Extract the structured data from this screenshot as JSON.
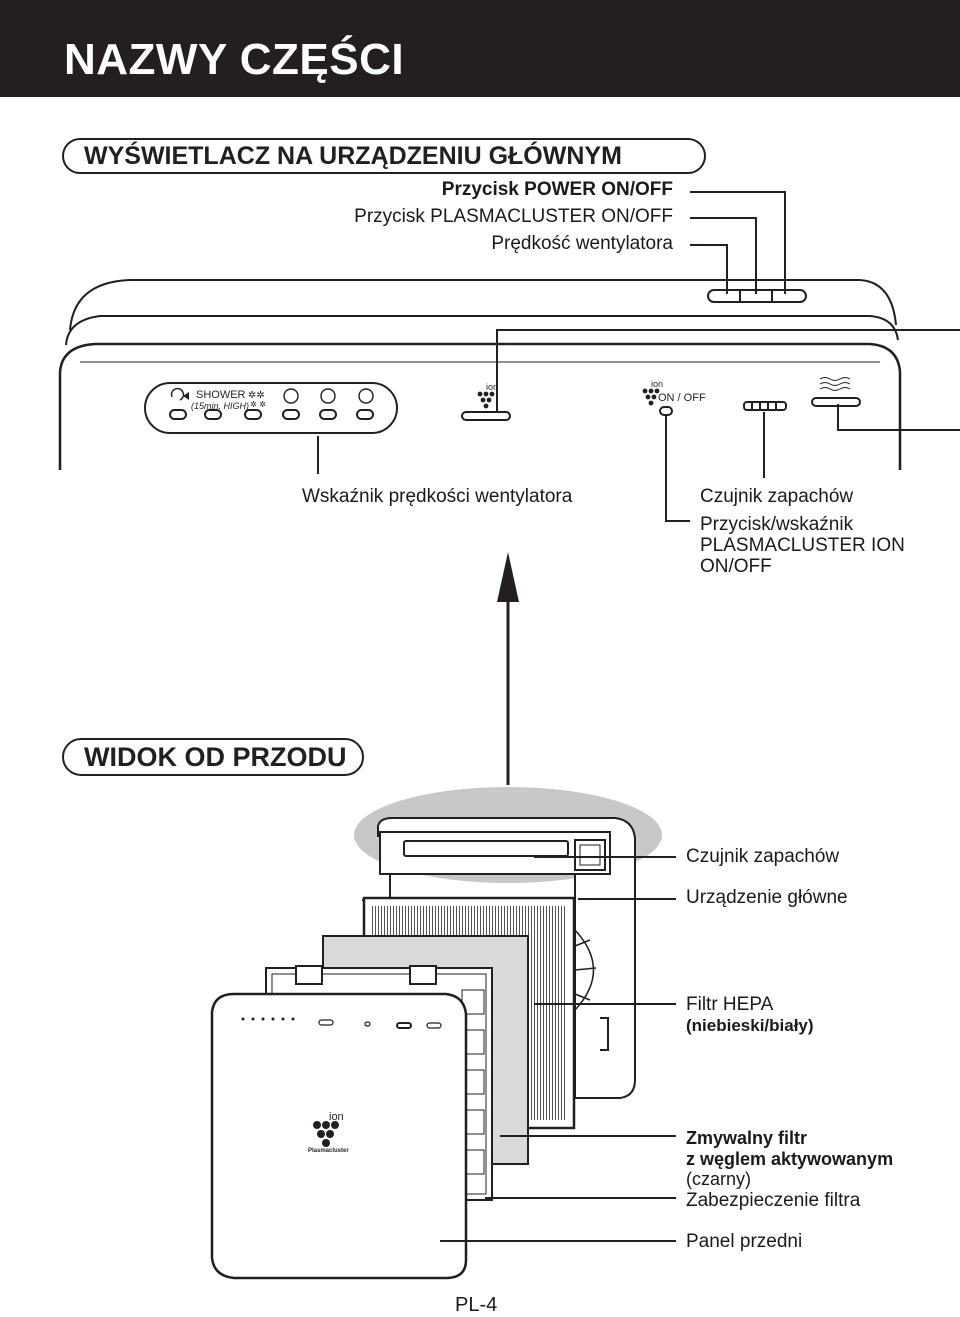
{
  "page_title": "NAZWY CZĘŚCI",
  "sections": {
    "display": "WYŚWIETLACZ NA URZĄDZENIU GŁÓWNYM",
    "front": "WIDOK OD PRZODU"
  },
  "display_labels": {
    "power": "Przycisk POWER ON/OFF",
    "plasmacluster": "Przycisk PLASMACLUSTER ON/OFF",
    "fan_speed": "Prędkość wentylatora",
    "fan_indicator": "Wskaźnik prędkości wentylatora",
    "odor_sensor": "Czujnik zapachów",
    "ion_indicator_1": "Przycisk/wskaźnik",
    "ion_indicator_2": "PLASMACLUSTER ION",
    "ion_indicator_3": "ON/OFF"
  },
  "panel_texts": {
    "shower": "SHOWER",
    "shower_sub": "(15min. HIGH)",
    "ion": "ion",
    "on_off": "ON / OFF"
  },
  "front_labels": {
    "odor_sensor": "Czujnik zapachów",
    "main_unit": "Urządzenie główne",
    "hepa_1": "Filtr HEPA",
    "hepa_2": "(niebieski/biały)",
    "carbon_1": "Zmywalny filtr",
    "carbon_2": "z węglem aktywowanym",
    "carbon_3": "(czarny)",
    "guard": "Zabezpieczenie filtra",
    "front_panel": "Panel przedni"
  },
  "front_panel_texts": {
    "ion": "ion",
    "brand": "Plasmacluster"
  },
  "page_number": "PL-4",
  "colors": {
    "header_bg": "#231f20",
    "highlight": "#c8c8c8",
    "panel_grey": "#d9d9d9"
  }
}
